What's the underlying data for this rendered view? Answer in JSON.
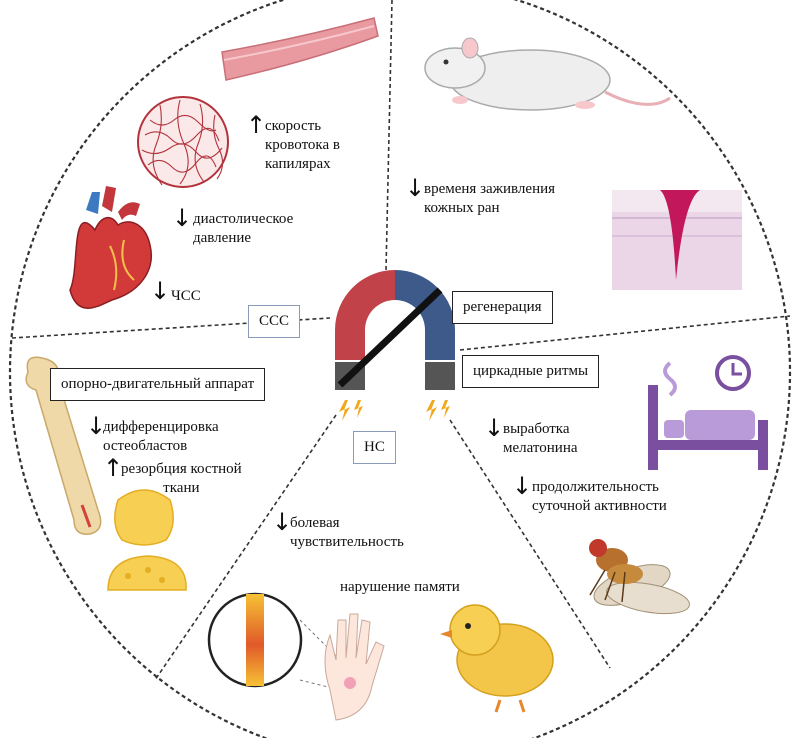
{
  "sectors": {
    "ccc": {
      "label": "ССС",
      "effects": [
        {
          "direction": "up",
          "text": "скорость\nкровотока в\nкапилярах"
        },
        {
          "direction": "down",
          "text": "диастолическое\nдавление"
        },
        {
          "direction": "down",
          "text": "ЧСС"
        }
      ]
    },
    "regen": {
      "label": "регенерация",
      "effects": [
        {
          "direction": "down",
          "text": "временя заживления\nкожных ран"
        }
      ]
    },
    "musculo": {
      "label": "опорно-двигательный аппарат",
      "effects": [
        {
          "direction": "down",
          "text": "дифференцировка\nостеобластов"
        },
        {
          "direction": "up",
          "text": "резорбция костной\nткани"
        }
      ]
    },
    "circadian": {
      "label": "циркадные ритмы",
      "effects": [
        {
          "direction": "down",
          "text": "выработка\nмелатонина"
        },
        {
          "direction": "down",
          "text": "продолжительность\nсуточной активности"
        }
      ]
    },
    "ns": {
      "label": "НС",
      "effects": [
        {
          "direction": "down",
          "text": "болевая\nчувствительность"
        },
        {
          "direction": "none",
          "text": "нарушение памяти"
        }
      ]
    }
  },
  "colors": {
    "magnet_red": "#c2424a",
    "magnet_blue": "#3d5a8a",
    "magnet_tip": "#555555",
    "heart": "#d23a3a",
    "vessel": "#e89aa0",
    "bone": "#f0d9a8",
    "chick": "#f3c64a",
    "bed": "#7a4fa0",
    "spark": "#f2a81d",
    "divider": "#333333"
  },
  "icons": [
    "vessel-icon",
    "capillary-ball-icon",
    "heart-icon",
    "rat-icon",
    "skin-wound-icon",
    "magnet-icon",
    "bone-icon",
    "osteoclast-icon",
    "sleep-bed-icon",
    "clock-icon",
    "fly-icon",
    "pain-bar-icon",
    "hand-icon",
    "chick-icon"
  ]
}
